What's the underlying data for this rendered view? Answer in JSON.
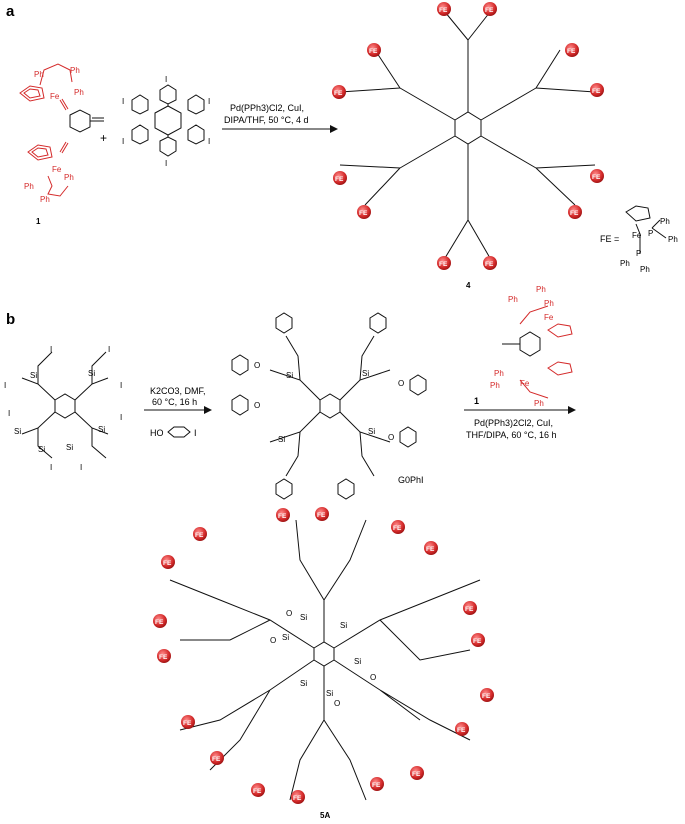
{
  "panel_a": {
    "label": "a",
    "reagents_line1": "Pd(PPh3)Cl2, CuI,",
    "reagents_line2": "DIPA/THF, 50 °C, 4 d",
    "plus": "+",
    "compound_1_label": "1",
    "compound_4_label": "4",
    "fe_legend": "FE =",
    "iodo": "I",
    "fe_badge": "FE",
    "ph": "Ph",
    "p": "P",
    "fe": "Fe"
  },
  "panel_b": {
    "label": "b",
    "step1_line1": "K2CO3, DMF,",
    "step1_line2": "60 °C, 16 h",
    "step1_reagent": "HO",
    "step2_compound": "1",
    "step2_line1": "Pd(PPh3)2Cl2, CuI,",
    "step2_line2": "THF/DIPA, 60 °C, 16 h",
    "g0_label": "G0PhI",
    "compound_5a_label": "5A",
    "si": "Si",
    "o": "O"
  },
  "colors": {
    "organometallic": "#d42a2a",
    "bond": "#111111"
  }
}
